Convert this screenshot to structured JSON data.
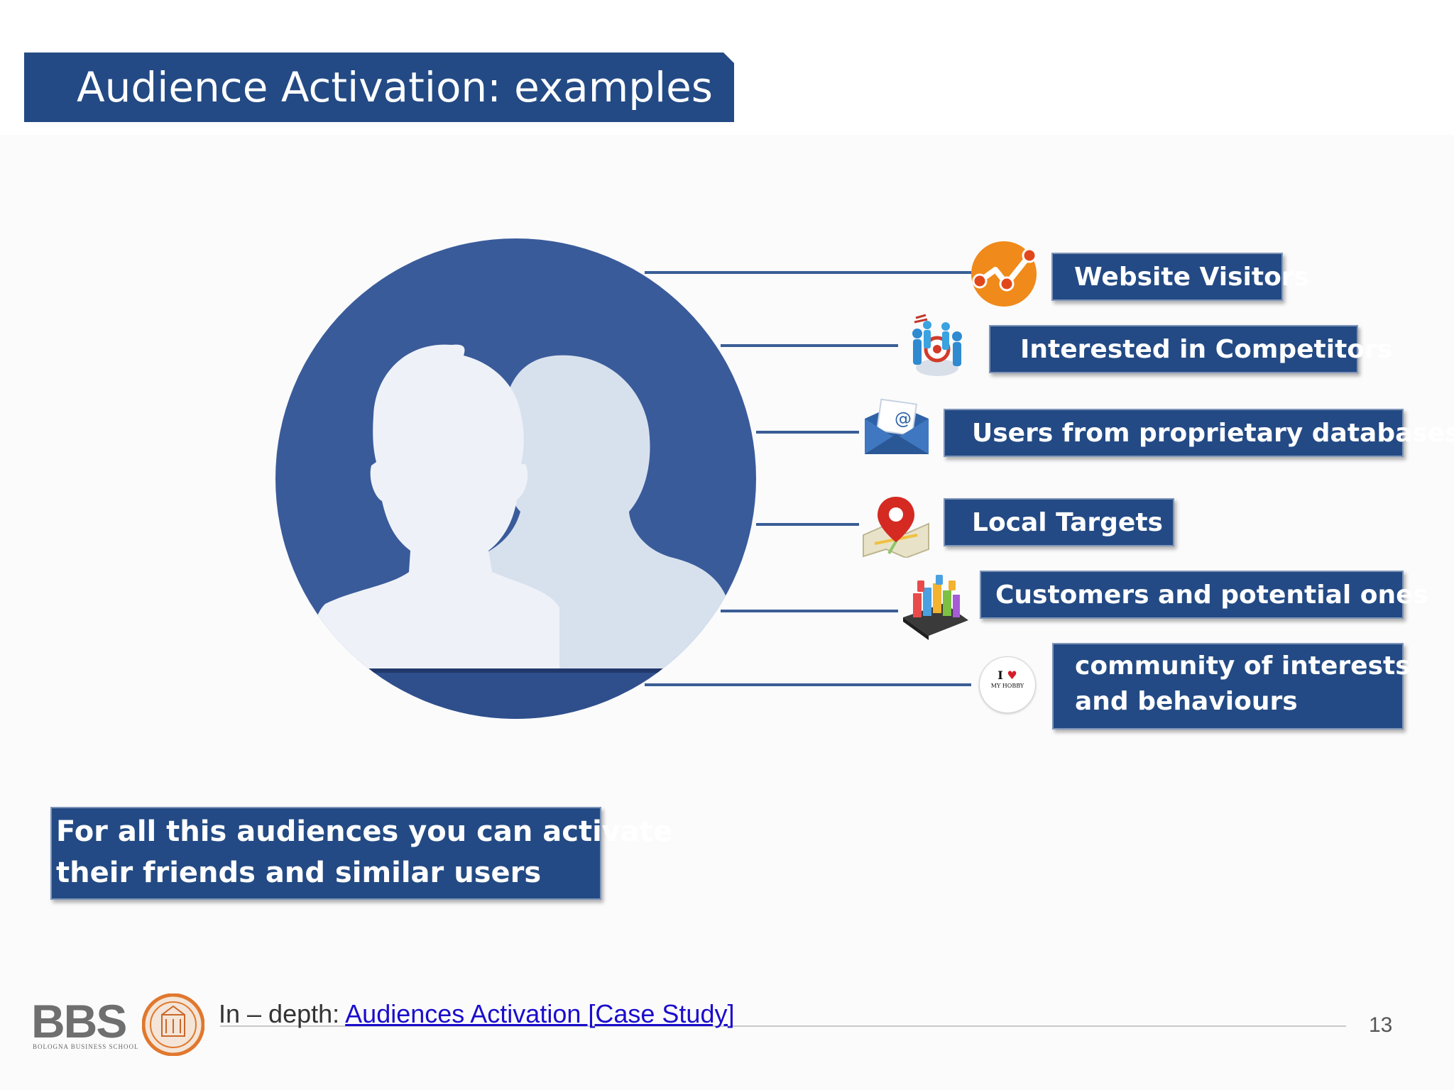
{
  "slide": {
    "title": "Audience Activation: examples",
    "audiences": [
      {
        "icon": "analytics-chart-icon",
        "lines": [
          "Website Visitors"
        ]
      },
      {
        "icon": "target-people-icon",
        "lines": [
          "Interested in Competitors"
        ]
      },
      {
        "icon": "email-envelope-icon",
        "lines": [
          "Users from proprietary databases"
        ]
      },
      {
        "icon": "map-pin-icon",
        "lines": [
          "Local Targets"
        ]
      },
      {
        "icon": "shopping-city-icon",
        "lines": [
          "Customers and potential ones"
        ]
      },
      {
        "icon": "i-love-hobby-icon",
        "lines": [
          "community of interests",
          "and behaviours"
        ]
      }
    ],
    "hobby_icon_text": [
      "I",
      "MY HOBBY"
    ],
    "cta_lines": [
      "For all this audiences you can activate",
      "their friends and similar users"
    ]
  },
  "footer": {
    "logo_text": "BBS",
    "logo_subtitle": "BOLOGNA BUSINESS SCHOOL",
    "prefix": "In – depth: ",
    "link_text": "Audiences Activation [Case Study]",
    "page_number": "13"
  },
  "colors": {
    "banner": "#234a84",
    "circle": "#3a5b9a",
    "connector": "#3a5e96"
  }
}
